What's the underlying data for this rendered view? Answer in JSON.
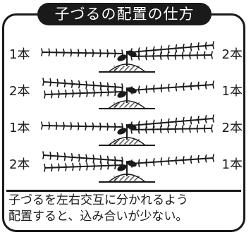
{
  "title": "子づるの配置の仕方",
  "rows": [
    {
      "left": "1本",
      "right": "2本"
    },
    {
      "left": "2本",
      "right": "1本"
    },
    {
      "left": "1本",
      "right": "2本"
    },
    {
      "left": "2本",
      "right": "1本"
    }
  ],
  "description": {
    "line1": "子づるを左右交互に分かれるよう",
    "line2": "配置すると、込み合いが少ない。"
  }
}
